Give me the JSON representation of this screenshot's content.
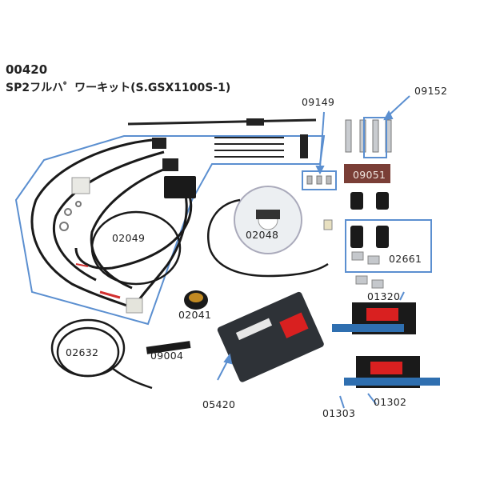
{
  "header": {
    "code": "00420",
    "subtitle": "SP2フルハ゜ワーキット(S.GSX1100S-1)"
  },
  "parts": {
    "p09149": "09149",
    "p09152": "09152",
    "p09051": "09051",
    "p02049": "02049",
    "p02048": "02048",
    "p02661": "02661",
    "p01320": "01320",
    "p02041": "02041",
    "p02632": "02632",
    "p09004": "09004",
    "p05420": "05420",
    "p01303": "01303",
    "p01302": "01302"
  },
  "colors": {
    "outline": "#5b8fd0",
    "harness": "#1a1a1a",
    "coil_label": "#d92020",
    "module": "#2e3237",
    "blue_bracket": "#2f6fb0"
  }
}
